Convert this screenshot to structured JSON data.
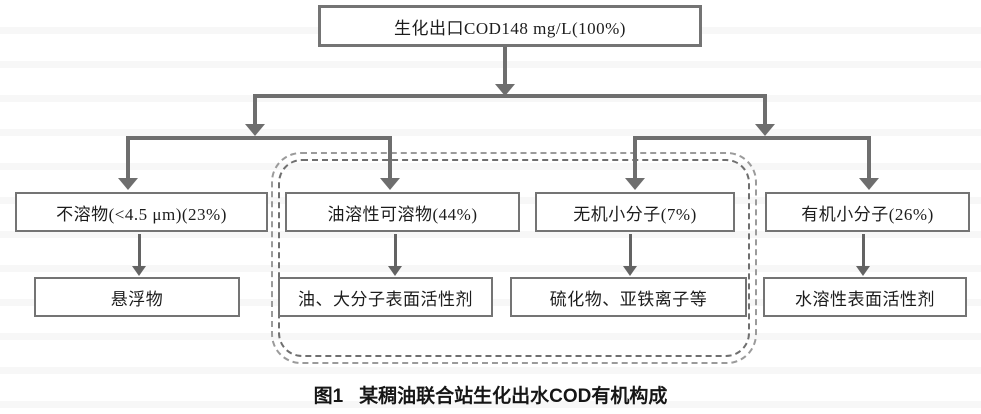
{
  "figure": {
    "root": {
      "label": "生化出口COD148 mg/L(100%)"
    },
    "branches": [
      {
        "category": "不溶物(<4.5 μm)(23%)",
        "result": "悬浮物"
      },
      {
        "category": "油溶性可溶物(44%)",
        "result": "油、大分子表面活性剂"
      },
      {
        "category": "无机小分子(7%)",
        "result": "硫化物、亚铁离子等"
      },
      {
        "category": "有机小分子(26%)",
        "result": "水溶性表面活性剂"
      }
    ],
    "caption": {
      "label": "图1",
      "title": "某稠油联合站生化出水COD有机构成"
    },
    "colors": {
      "connector_line": "#6e6e6e",
      "box_border": "#747474",
      "dashed_border": "#6f6f6f",
      "text": "#1c1c1c",
      "background": "#ffffff"
    }
  }
}
